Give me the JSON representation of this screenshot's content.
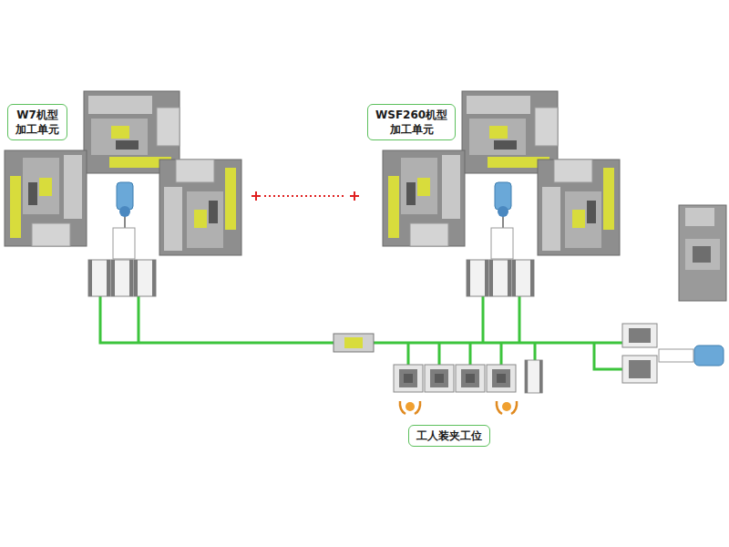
{
  "diagram": {
    "nodes": [
      {
        "text": [
          "W7机型 加工单元"
        ]
      },
      {
        "text": [
          "WSF260机型 加工单元"
        ]
      },
      {
        "text": [
          "工人装夹工位"
        ]
      }
    ]
  }
}
